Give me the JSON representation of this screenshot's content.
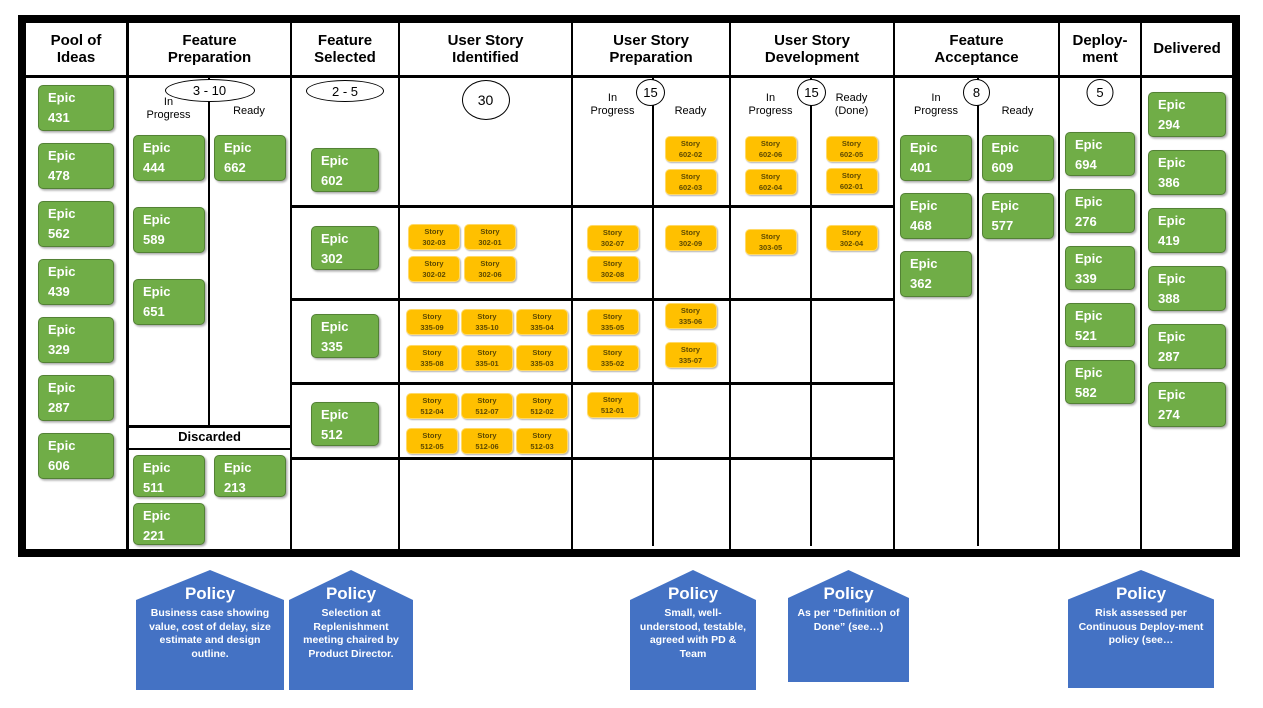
{
  "labels": {
    "epic": "Epic",
    "story": "Story",
    "in_progress": "In Progress",
    "ready": "Ready",
    "ready_done": "Ready (Done)",
    "discarded": "Discarded"
  },
  "board": {
    "pool": {
      "title": "Pool of Ideas",
      "epics": [
        "431",
        "478",
        "562",
        "439",
        "329",
        "287",
        "606"
      ]
    },
    "feature_preparation": {
      "title": "Feature Preparation",
      "wip": "3 - 10",
      "in_progress_epics": [
        "444",
        "589",
        "651"
      ],
      "ready_epics": [
        "662"
      ],
      "discarded_epics": [
        "511",
        "213",
        "221"
      ]
    },
    "feature_selected": {
      "title": "Feature Selected",
      "wip": "2 - 5",
      "epics": [
        "602",
        "302",
        "335",
        "512"
      ]
    },
    "user_story_identified": {
      "title": "User Story Identified",
      "wip": "30",
      "row_302": [
        "302-03",
        "302-01",
        "302-02",
        "302-06"
      ],
      "row_335": [
        "335-09",
        "335-10",
        "335-04",
        "335-08",
        "335-01",
        "335-03"
      ],
      "row_512": [
        "512-04",
        "512-07",
        "512-02",
        "512-05",
        "512-06",
        "512-03"
      ]
    },
    "user_story_preparation": {
      "title": "User Story Preparation",
      "wip": "15",
      "in_progress": {
        "row_302": [
          "302-07",
          "302-08"
        ],
        "row_335": [
          "335-05",
          "335-02"
        ],
        "row_512": [
          "512-01"
        ]
      },
      "ready": {
        "row_602": [
          "602-02",
          "602-03"
        ],
        "row_302": [
          "302-09"
        ],
        "row_335": [
          "335-06",
          "335-07"
        ]
      }
    },
    "user_story_development": {
      "title": "User Story Development",
      "wip": "15",
      "in_progress": {
        "row_602": [
          "602-06",
          "602-04"
        ],
        "row_302": [
          "303-05"
        ]
      },
      "ready_done": {
        "row_602": [
          "602-05",
          "602-01"
        ],
        "row_302": [
          "302-04"
        ]
      }
    },
    "feature_acceptance": {
      "title": "Feature Acceptance",
      "wip": "8",
      "in_progress_epics": [
        "401",
        "468",
        "362"
      ],
      "ready_epics": [
        "609",
        "577"
      ]
    },
    "deployment": {
      "title": "Deploy-ment",
      "wip": "5",
      "epics": [
        "694",
        "276",
        "339",
        "521",
        "582"
      ]
    },
    "delivered": {
      "title": "Delivered",
      "epics": [
        "294",
        "386",
        "419",
        "388",
        "287",
        "274"
      ]
    }
  },
  "policies": [
    {
      "title": "Policy",
      "body": "Business case showing value, cost of delay, size estimate and design outline."
    },
    {
      "title": "Policy",
      "body": "Selection at Replenishment meeting chaired by Product Director."
    },
    {
      "title": "Policy",
      "body": "Small, well-understood, testable, agreed with PD & Team"
    },
    {
      "title": "Policy",
      "body": "As per “Definition of Done” (see…)"
    },
    {
      "title": "Policy",
      "body": "Risk assessed per Continuous Deploy-ment policy (see…"
    }
  ],
  "colors": {
    "epic_green": "#70AD47",
    "story_orange": "#FFC000",
    "policy_blue": "#4472C4",
    "board_border": "#000000"
  }
}
